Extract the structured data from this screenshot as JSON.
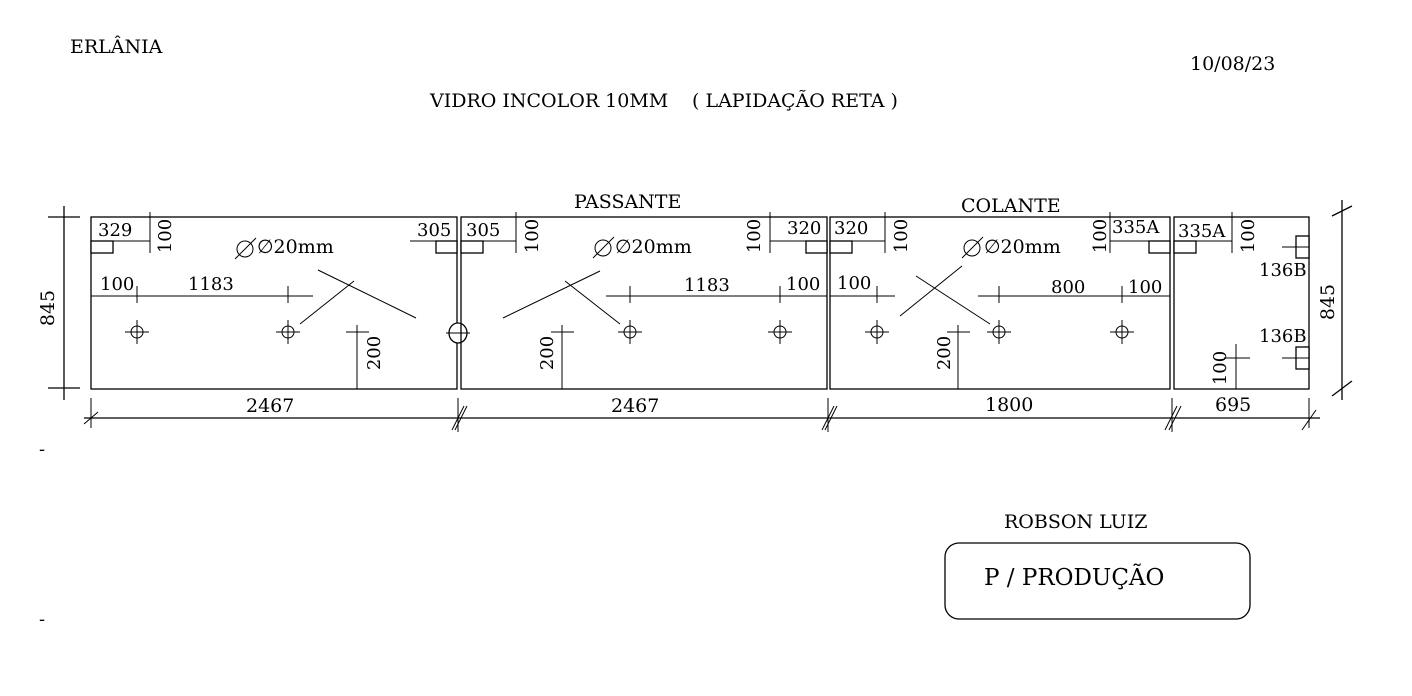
{
  "header": {
    "client": "ERLÂNIA",
    "date": "10/08/23",
    "material": "VIDRO INCOLOR 10MM",
    "finish": "( LAPIDAÇÃO RETA )"
  },
  "sections": {
    "passante": "PASSANTE",
    "colante": "COLANTE"
  },
  "panel1": {
    "hinge_left": "329",
    "hinge_left_offset": "100",
    "hinge_right": "305",
    "hole_label": "∅20mm",
    "dim_edge": "100",
    "dim_spacing": "1183",
    "dim_height": "200",
    "width": "2467"
  },
  "panel2": {
    "hinge_left": "305",
    "hinge_left_offset": "100",
    "hinge_right_offset": "100",
    "hinge_right": "320",
    "hole_label": "∅20mm",
    "dim_spacing": "1183",
    "dim_edge": "100",
    "dim_height": "200",
    "width": "2467"
  },
  "panel3": {
    "hinge_left": "320",
    "hinge_left_offset": "100",
    "hinge_right_offset": "100",
    "hinge_right": "335A",
    "hole_label": "∅20mm",
    "dim_edge_left": "100",
    "dim_spacing": "800",
    "dim_edge_right": "100",
    "dim_height": "200",
    "width": "1800"
  },
  "panel4": {
    "hinge_left": "335A",
    "hinge_offset": "100",
    "fitting_top": "136B",
    "fitting_bottom": "136B",
    "dim_bottom": "100",
    "width": "695"
  },
  "height_left": "845",
  "height_right": "845",
  "signature": "ROBSON LUIZ",
  "stamp": "P / PRODUÇÃO",
  "margin_marks": [
    "-",
    "-"
  ]
}
